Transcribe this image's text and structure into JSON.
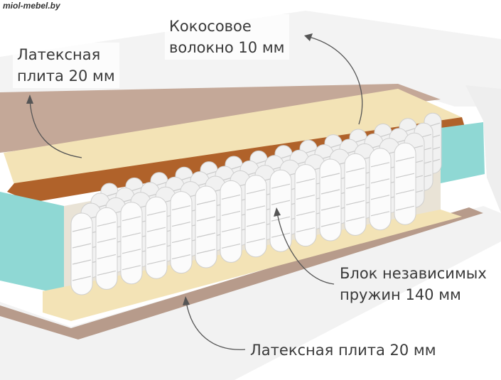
{
  "watermark": "miol-mebel.by",
  "labels": {
    "top_latex": {
      "line1": "Латексная",
      "line2": "плита 20 мм"
    },
    "coconut": {
      "line1": "Кокосовое",
      "line2": "волокно 10 мм"
    },
    "springs": {
      "line1": "Блок независимых",
      "line2": "пружин 140 мм"
    },
    "bottom_latex": "Латексная плита  20 мм"
  },
  "colors": {
    "latex": "#f3e3b6",
    "coconut": "#b0622a",
    "foam_side": "#8fd8d4",
    "cover_edge": "#b79b8b",
    "quilt": "#f3f3f3"
  }
}
